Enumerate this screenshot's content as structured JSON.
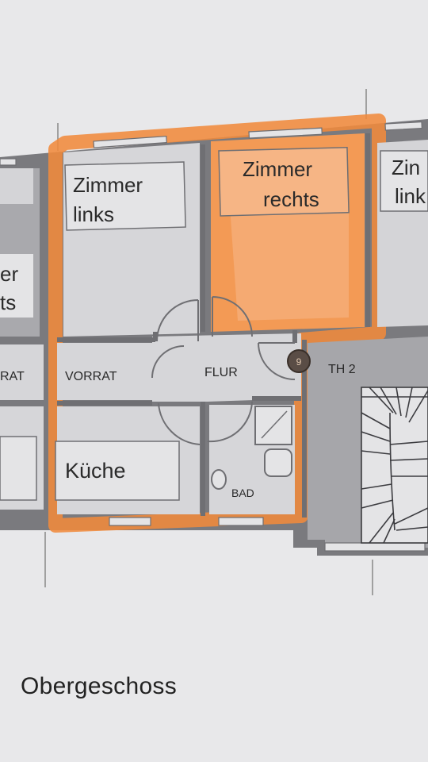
{
  "plan": {
    "caption": "Obergeschoss",
    "rooms": {
      "zimmer_links_1": "Zimmer",
      "zimmer_links_2": "links",
      "zimmer_rechts_1": "Zimmer",
      "zimmer_rechts_2": "rechts",
      "zimmer_links_edge_1": "Zin",
      "zimmer_links_edge_2": "link",
      "neighbor_left_1": "er",
      "neighbor_left_2": "ts",
      "vorrat_left_edge": "RAT",
      "vorrat": "VORRAT",
      "flur": "FLUR",
      "th2": "TH 2",
      "kueche": "Küche",
      "bad": "BAD",
      "marker": "9"
    },
    "colors": {
      "highlight": "#f08a3c",
      "wall": "#6f6f73",
      "room_fill": "#d6d6d9",
      "stair_fill": "#a6a6aa"
    }
  }
}
